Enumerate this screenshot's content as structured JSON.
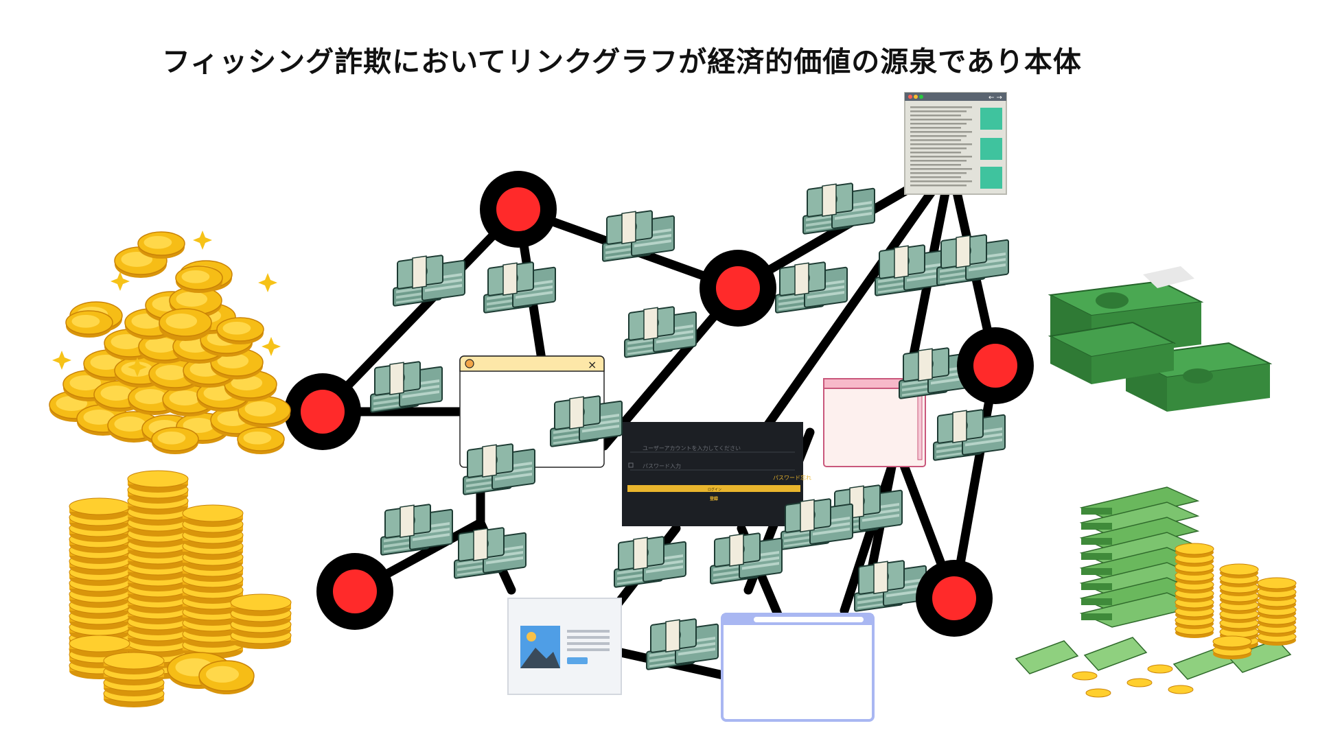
{
  "title": "フィッシング詐欺においてリンクグラフが経済的価値の源泉であり本体",
  "login_form": {
    "account_placeholder": "ユーザーアカウントを入力してください",
    "password_placeholder": "パスワード入力",
    "forgot_password": "パスワード忘れ",
    "login_button": "ログイン",
    "register_link": "登録"
  },
  "colors": {
    "node_fill": "#ff2a2a",
    "node_ring": "#000000",
    "edge": "#000000",
    "login_accent": "#e9b52d",
    "login_bg": "#1c1f24",
    "cash_green": "#3f9a45",
    "coin_gold": "#f6bd16"
  },
  "icons": {
    "money_bundle": "money-bundle-icon",
    "coin_pile": "coin-pile-icon",
    "coin_stacks": "coin-stacks-icon",
    "yen_bills": "yen-bills-icon",
    "dollar_coins": "dollar-coins-icon",
    "graph_node": "graph-node-icon"
  }
}
